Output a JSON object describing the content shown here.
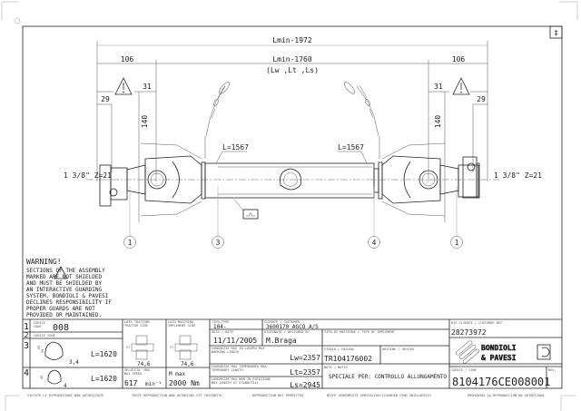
{
  "drawing": {
    "revision_mark": "‡",
    "dimensions": {
      "overall": "Lmin-1972",
      "inner": "Lmin-1760",
      "inner_note": "(Lw ,Lt ,Ls)",
      "left_end": "106",
      "right_end": "106",
      "left_31": "31",
      "right_31": "31",
      "left_29": "29",
      "right_29": "29",
      "left_140": "140",
      "right_140": "140",
      "tube_left": "L=1567",
      "tube_right": "L=1567",
      "spline_left": "1 3/8\" Z=21",
      "spline_right": "1 3/8\" Z=21"
    },
    "balloons": [
      "1",
      "3",
      "4",
      "1"
    ]
  },
  "warning": {
    "title": "WARNING!",
    "text": [
      "SECTIONS      OF THE ASSEMBLY",
      "MARKED        ARE NOT SHIELDED",
      "AND MUST BE SHIELDED BY",
      "AN INTERACTIVE GUARDING",
      "SYSTEM. BONDIOLI & PAVESI",
      "DECLINES RESPONSIBILITY IF",
      "PROPER GUARDS ARE NOT",
      "PROVIDED OR MAINTAINED."
    ]
  },
  "parts": [
    {
      "num": "1",
      "label": "CODICE CODE",
      "value": "008"
    },
    {
      "num": "2",
      "label": "CODICE CODE",
      "value": ""
    },
    {
      "num": "3",
      "dim_a": "45",
      "dim_b": "50",
      "thk": "3,4",
      "length": "L=1620"
    },
    {
      "num": "4",
      "dim_a": "40",
      "thk": "4",
      "length": "L=1620"
    }
  ],
  "cross": {
    "tractor_label": "LATO TRATTORE TRACTOR SIDE",
    "machine_label": "LATO MACCHINA IMPLEMENT SIDE",
    "height": "27",
    "width": "74,6",
    "height2": "27",
    "width2": "74,6"
  },
  "speed": {
    "label": "VELOCITA' MAX MAX SPEED",
    "value": "617",
    "unit": "min⁻¹"
  },
  "torque": {
    "label": "M max",
    "value": "2000 Nm"
  },
  "title_block": {
    "type_label": "TIPO-TYPE",
    "type": "104-",
    "customer_label": "CLIENTE / CUSTOMER",
    "customer": "3600170   AGCO A/S",
    "date_label": "DATA / DATE",
    "date": "11/11/2005",
    "designer_label": "DISEGNATO / DESIGNED BY",
    "designer": "M.Braga",
    "machine_type_label": "TIPO DI MACCHINA / TYPE OF IMPLEMENT",
    "machine_type": "",
    "lw_label": "LUNGHEZZA MAX IN LAVORO MAX WORKING LENGTH",
    "lw": "Lw=2357",
    "lt_label": "LUNGHEZZA MAX TEMPORANEA MAX TEMPORARY LENGTH",
    "lt": "Lt=2357",
    "ls_label": "LUNGHEZZA MAX NON IN ROTAZIONE MAX LENGTH AT STANDSTILL",
    "ls": "Ls=2945",
    "study_label": "STUDIO / DESIGN",
    "study": "TR104176002",
    "origin_label": "ORIGINE / ORIGIN",
    "origin": "",
    "notes_label": "NOTE / NOTES",
    "notes": "SPECIALE PER: CONTROLLO ALLUNGAMENTO",
    "customer_ref_label": "RIF.CLIENTE / CUSTOMER REF.",
    "customer_ref": "28273972",
    "brand_line1": "BONDIOLI",
    "brand_line2": "& PAVESI",
    "code_label": "CODICE / CODE",
    "code": "8104176CE008001",
    "rev_label": "REV."
  },
  "footer": [
    "VIETATE LE RIPRODUZIONI NON AUTORIZZATE",
    "TOUTE REPRODUCTION NON AUTORISEE EST INTERDITE",
    "REPRODUCTION NOT PERMITTED",
    "NICHT GENEHMIGTE VERVIELFAELTIGUNGEN SIND UNZULAESSIG",
    "PROHIBIDA LA REPRODUCCION NO AUTORIZADA"
  ]
}
